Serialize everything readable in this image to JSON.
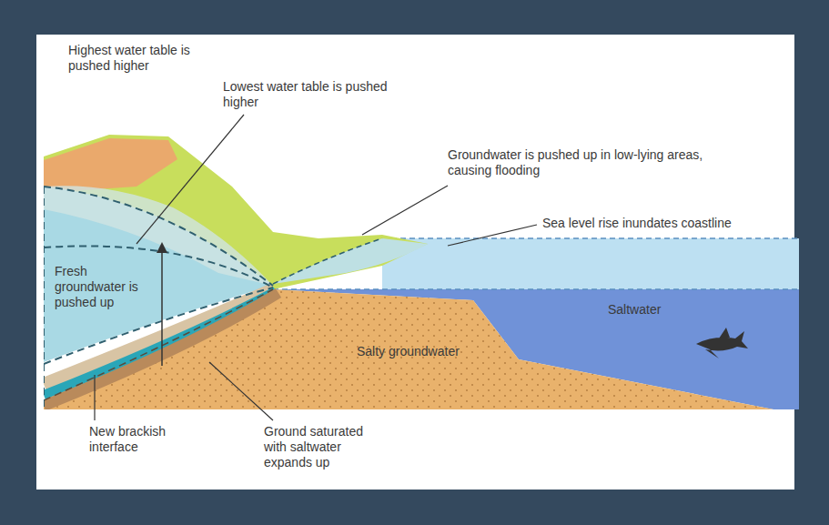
{
  "diagram": {
    "labels": [
      "Highest water table is pushed higher",
      "Lowest water table is pushed higher",
      "Groundwater is pushed up in low-lying areas, causing flooding",
      "Sea level rise inundates coastline",
      "Fresh groundwater is pushed up",
      "Saltwater",
      "Salty groundwater",
      "New brackish interface",
      "Ground saturated with saltwater expands up"
    ]
  }
}
